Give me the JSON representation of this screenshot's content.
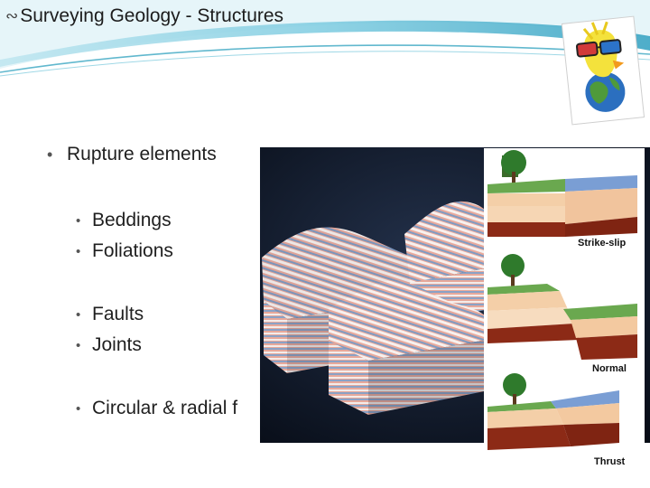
{
  "slide": {
    "title": "Surveying Geology - Structures",
    "bullets": {
      "top": "Rupture elements",
      "b1": "Beddings",
      "b2": "Foliations",
      "b3": "Faults",
      "b4": "Joints",
      "b5": "Circular & radial f"
    },
    "fault_labels": {
      "strike_slip": "Strike-slip",
      "normal": "Normal",
      "thrust": "Thrust"
    }
  },
  "colors": {
    "accent_teal": "#3aa6c2",
    "panel_dark": "#0d1626",
    "rock_pink": "#e9a99b",
    "rock_blue": "#7e9bc3",
    "ground_green": "#5ea447",
    "soil_tan": "#f2c8a2",
    "rock_red": "#8c2a16"
  }
}
